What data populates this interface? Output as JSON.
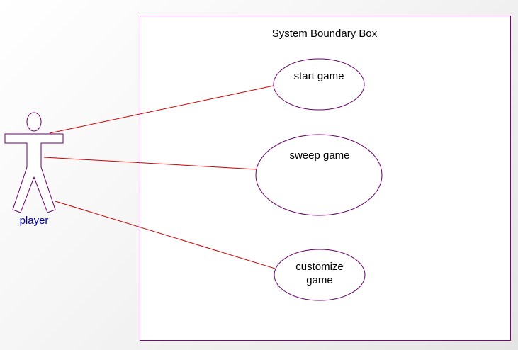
{
  "colors": {
    "boundary": "#800080",
    "usecase_stroke": "#660066",
    "association": "#cc0000",
    "actor_stroke": "#660066",
    "actor_label": "#000099",
    "text": "#000000"
  },
  "system": {
    "title": "System Boundary Box"
  },
  "actor": {
    "name": "player"
  },
  "use_cases": [
    {
      "id": "uc-start",
      "line1": "start game",
      "line2": ""
    },
    {
      "id": "uc-sweep",
      "line1": "sweep game",
      "line2": ""
    },
    {
      "id": "uc-customize",
      "line1": "customize",
      "line2": "game"
    }
  ],
  "associations": [
    {
      "from": "player",
      "to": "start game"
    },
    {
      "from": "player",
      "to": "sweep game"
    },
    {
      "from": "player",
      "to": "customize game"
    }
  ]
}
